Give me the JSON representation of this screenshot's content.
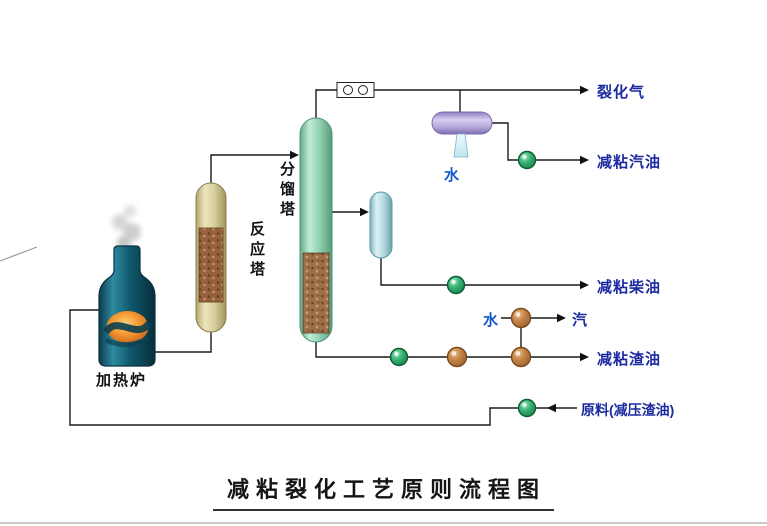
{
  "diagram": {
    "title": "减粘裂化工艺原则流程图",
    "equipment": {
      "furnace": "加热炉",
      "reaction_tower": "反应塔",
      "fractionation_tower": "分馏塔"
    },
    "streams": {
      "cracked_gas": "裂化气",
      "gasoline": "减粘汽油",
      "diesel": "减粘柴油",
      "steam": "汽",
      "residue": "减粘渣油",
      "feed": "原料(减压渣油)",
      "condenser_water": "水",
      "exchanger_water": "水"
    },
    "colors": {
      "stream_label_navy": "#1b2aa0",
      "water_label_blue": "#1557cc",
      "equipment_label_black": "#111111",
      "pipe_line": "#1a1a1a",
      "furnace_teal": "#0b4f63",
      "flame_orange": "#d2691e",
      "reaction_tower_tan": "#d9d0a0",
      "fractionation_tower_green": "#9ed8ba",
      "packing_brown": "#9a6f44",
      "side_vessel_cyan": "#bfe2e8",
      "condenser_purple": "#b3a6d8",
      "pump_green": "#1f8f55",
      "exchanger_orange": "#b9773a"
    }
  }
}
